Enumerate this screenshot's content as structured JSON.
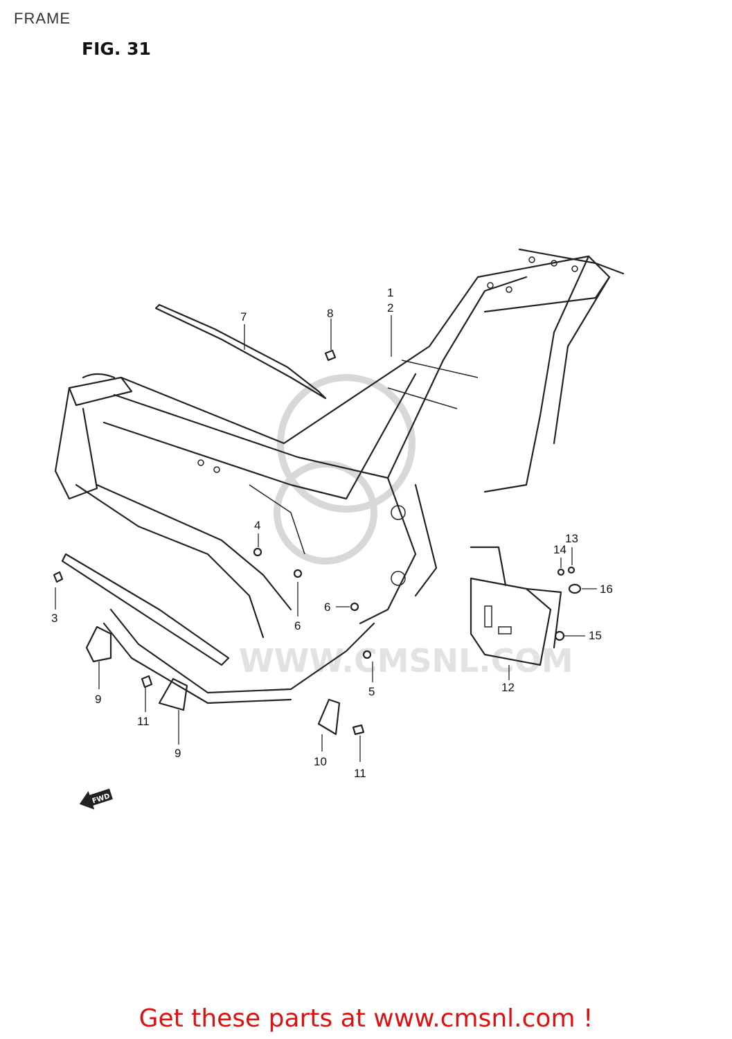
{
  "header": {
    "section_title": "FRAME",
    "figure_label": "FIG. 31"
  },
  "watermark": {
    "text": "WWW.CMSNL.COM"
  },
  "direction_marker": {
    "label": "FWD"
  },
  "callouts": [
    {
      "num": "1"
    },
    {
      "num": "2"
    },
    {
      "num": "3"
    },
    {
      "num": "4"
    },
    {
      "num": "5"
    },
    {
      "num": "6"
    },
    {
      "num": "6"
    },
    {
      "num": "7"
    },
    {
      "num": "8"
    },
    {
      "num": "9"
    },
    {
      "num": "9"
    },
    {
      "num": "10"
    },
    {
      "num": "11"
    },
    {
      "num": "11"
    },
    {
      "num": "12"
    },
    {
      "num": "13"
    },
    {
      "num": "14"
    },
    {
      "num": "15"
    },
    {
      "num": "16"
    }
  ],
  "footer": {
    "text": "Get these parts at www.cmsnl.com !"
  }
}
